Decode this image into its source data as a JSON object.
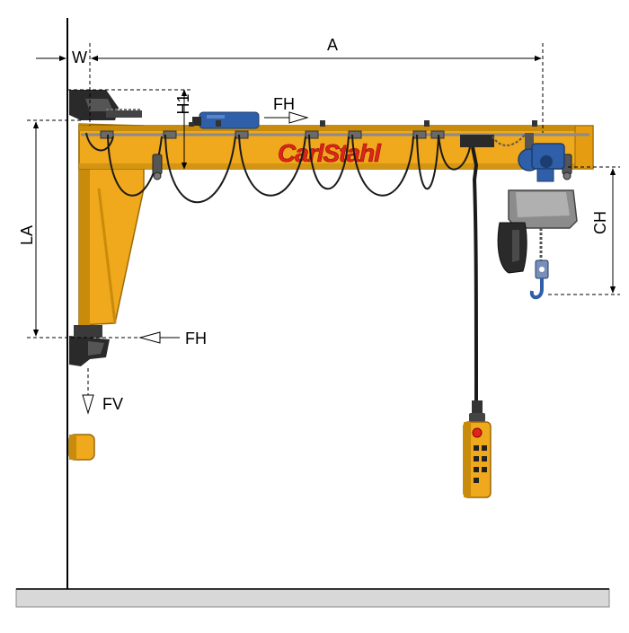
{
  "brand": {
    "logo_text": "CarlStahl",
    "logo_color": "#e2231a"
  },
  "colors": {
    "beam_yellow": "#f0a81c",
    "beam_shadow": "#c98b0c",
    "hoist_blue": "#2f5fa8",
    "hoist_grey": "#9a9a9a",
    "cable": "#1a1a1a",
    "floor": "#d8d8d8"
  },
  "dimensions": {
    "wall_offset": "W",
    "outreach": "A",
    "top_height": "H1",
    "lever_arm": "LA",
    "hook_height": "CH"
  },
  "forces": {
    "horizontal_top": "FH",
    "horizontal_bottom": "FH",
    "vertical": "FV"
  }
}
